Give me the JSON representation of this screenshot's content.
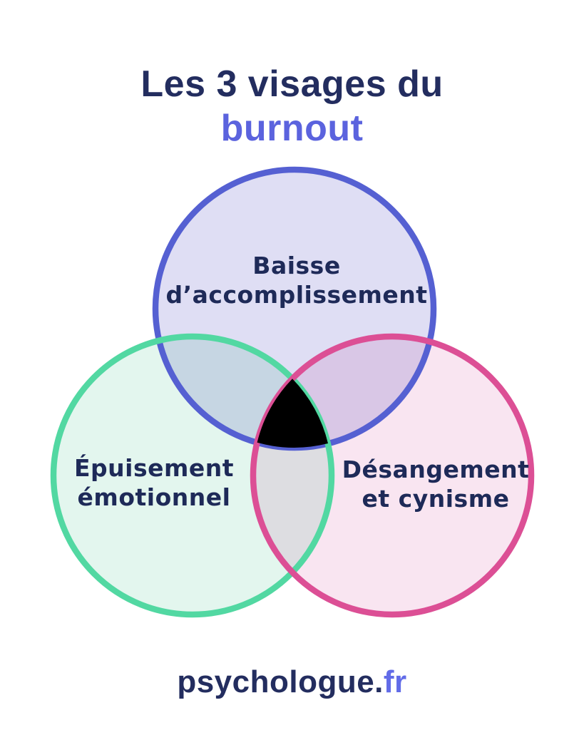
{
  "title": {
    "line1": "Les 3 visages du",
    "line2": "burnout"
  },
  "diagram": {
    "type": "venn-3",
    "center_color": "#000000",
    "circles": [
      {
        "id": "baisse-accomplissement",
        "label_line1": "Baisse",
        "label_line2": "d’accomplissement",
        "stroke": "#5560d2",
        "fill": "#dfdef4"
      },
      {
        "id": "epuisement-emotionnel",
        "label_line1": "Épuisement",
        "label_line2": "émotionnel",
        "stroke": "#52d8a2",
        "fill": "#e3f6ee"
      },
      {
        "id": "desangement-cynisme",
        "label_line1": "Désangement",
        "label_line2": "et cynisme",
        "stroke": "#dc4f95",
        "fill": "#f9e5f1"
      }
    ]
  },
  "footer": {
    "brand": "psychologue.",
    "tld": "fr"
  },
  "colors": {
    "background": "#ffffff",
    "title_navy": "#232d5f",
    "accent_periwinkle": "#5b63de",
    "label_navy": "#1e2a58",
    "brand_navy": "#232d5f",
    "brand_tld_blue": "#626ce8"
  }
}
